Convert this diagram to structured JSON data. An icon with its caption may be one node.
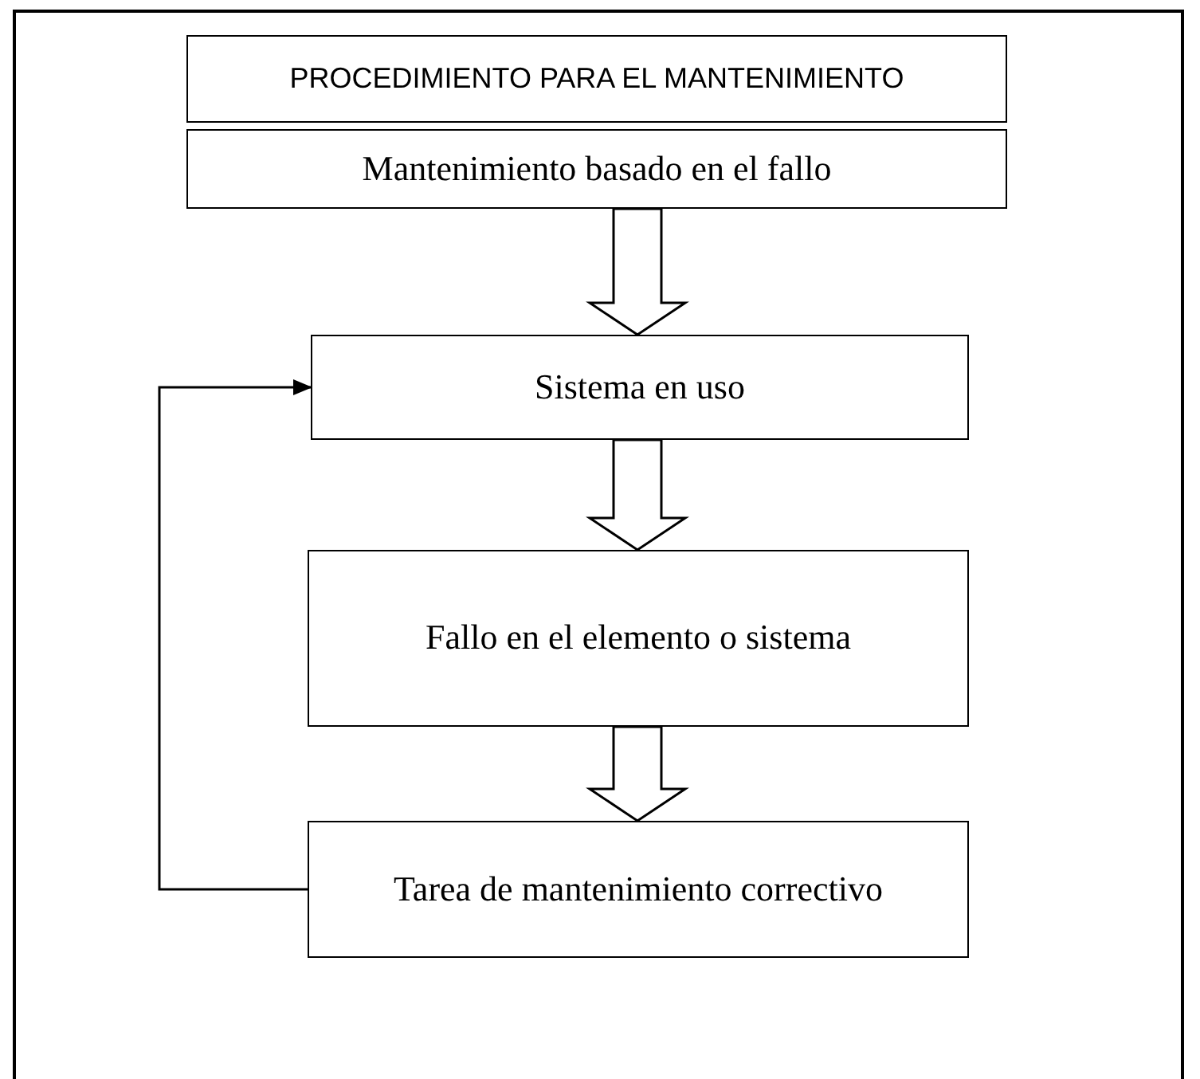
{
  "diagram": {
    "nodes": [
      {
        "text": [
          "PROCEDIMIENTO PARA EL MANTENIMIENTO"
        ]
      },
      {
        "text": [
          "Mantenimiento basado en el fallo"
        ]
      },
      {
        "text": [
          "Sistema en uso"
        ]
      },
      {
        "text": [
          "Fallo en el elemento o sistema"
        ]
      },
      {
        "text": [
          "Tarea de mantenimiento correctivo"
        ]
      }
    ],
    "edges": [
      {
        "from": 1,
        "to": 2,
        "arrow": "to"
      },
      {
        "from": 2,
        "to": 3,
        "arrow": "to"
      },
      {
        "from": 3,
        "to": 4,
        "arrow": "to"
      },
      {
        "from": 4,
        "to": 2,
        "arrow": "to"
      }
    ]
  }
}
